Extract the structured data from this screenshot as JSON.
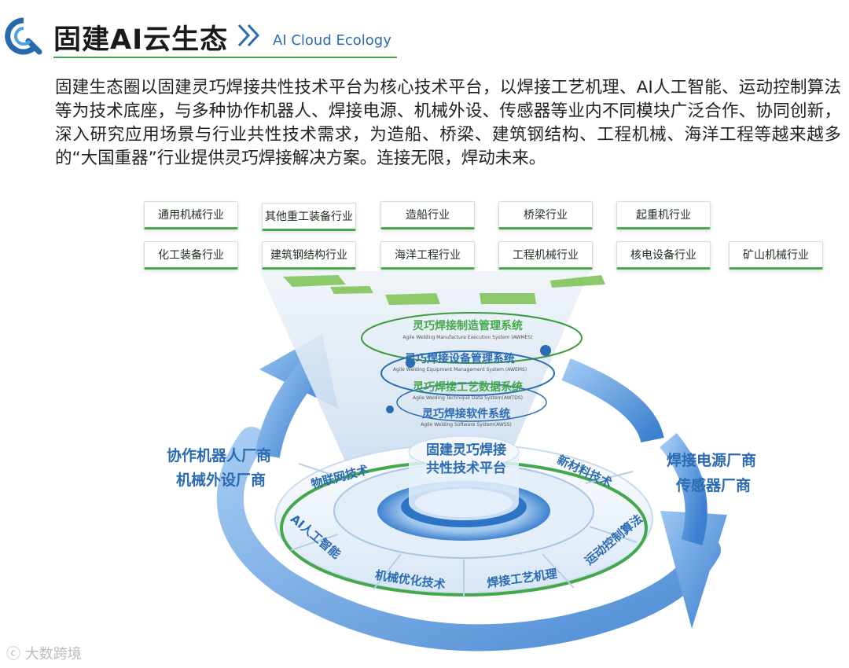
{
  "header": {
    "title": "固建AI云生态",
    "subtitle": "AI Cloud Ecology"
  },
  "intro": "固建生态圈以固建灵巧焊接共性技术平台为核心技术平台，以焊接工艺机理、AI人工智能、运动控制算法等为技术底座，与多种协作机器人、焊接电源、机械外设、传感器等业内不同模块广泛合作、协同创新，深入研究应用场景与行业共性技术需求，为造船、桥梁、建筑钢结构、工程机械、海洋工程等越来越多的“大国重器”行业提供灵巧焊接解决方案。连接无限，焊动未来。",
  "industries": {
    "row1": [
      "通用机械行业",
      "其他重工装备行业",
      "造船行业",
      "桥梁行业",
      "起重机行业"
    ],
    "row2": [
      "化工装备行业",
      "建筑钢结构行业",
      "海洋工程行业",
      "工程机械行业",
      "核电设备行业",
      "矿山机械行业"
    ]
  },
  "systems": [
    {
      "cn": "灵巧焊接制造管理系统",
      "en": "Agile Welding Manufacture Execution System (AWMES)"
    },
    {
      "cn": "灵巧焊接设备管理系统",
      "en": "Agile Welding Equipment Management System (AWEMS)"
    },
    {
      "cn": "灵巧焊接工艺数据系统",
      "en": "Agile Welding Technique Data System(AWTDS)"
    },
    {
      "cn": "灵巧焊接软件系统",
      "en": "Agile Welding Software System(AWSS)"
    }
  ],
  "core": {
    "line1": "固建灵巧焊接",
    "line2": "共性技术平台"
  },
  "ring_segments": [
    "物联网技术",
    "AI人工智能",
    "机械优化技术",
    "焊接工艺机理",
    "运动控制算法",
    "新材料技术"
  ],
  "partners": {
    "left": [
      "协作机器人厂商",
      "机械外设厂商"
    ],
    "right": [
      "焊接电源厂商",
      "传感器厂商"
    ]
  },
  "watermark": "大数跨境",
  "colors": {
    "green": "#43a84a",
    "blue": "#2b6bb1",
    "light_blue": "#5ea0e6"
  }
}
